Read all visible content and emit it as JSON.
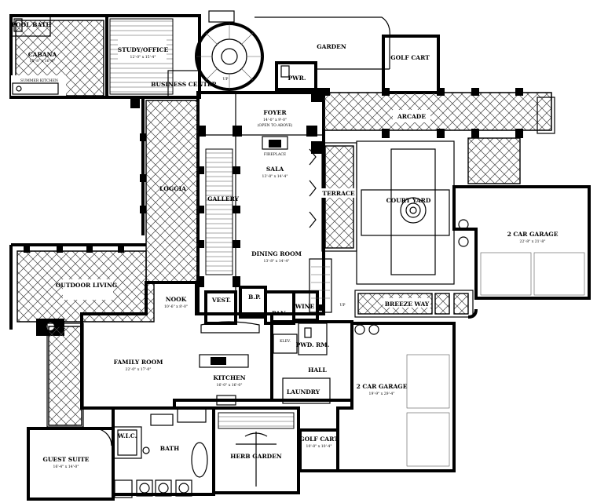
{
  "labels": {
    "pool_bath": "POOL BATH",
    "cabana": {
      "name": "CABANA",
      "dim": "15'-8\" x 16'-0\""
    },
    "summer_kitchen": "SUMMER KITCHEN",
    "study": {
      "name": "STUDY/OFFICE",
      "dim": "12'-0\" x 15'-4\""
    },
    "business_center": "BUSINESS CENTER",
    "up": "UP",
    "up2": "UP",
    "pwr": "PWR.",
    "garden": "GARDEN",
    "golf_cart_top": "GOLF CART",
    "foyer": {
      "name": "FOYER",
      "dim": "14'-0\" x 9'-0\"",
      "note": "(OPEN TO ABOVE)"
    },
    "fireplace": "FIREPLACE",
    "arcade": "ARCADE",
    "sala": {
      "name": "SALA",
      "dim": "13'-8\" x 14'-4\""
    },
    "loggia": "LOGGIA",
    "gallery": "GALLERY",
    "terrace": "TERRACE",
    "court_yard": "COURT YARD",
    "garage_2car_right": {
      "name": "2 CAR GARAGE",
      "dim": "22'-8\" x 21'-8\""
    },
    "dining_room": {
      "name": "DINING ROOM",
      "dim": "13'-8\" x 14'-4\""
    },
    "outdoor_living": "OUTDOOR LIVING",
    "nook": {
      "name": "NOOK",
      "dim": "10'-6\" x 8'-0\""
    },
    "vest": "VEST.",
    "bp": "B.P.",
    "pan": "PAN.",
    "wine": "WINE",
    "breeze_way": "BREEZE WAY",
    "klev": "KLEV.",
    "pwd_rm": "PWD. RM.",
    "family_room": {
      "name": "FAMILY ROOM",
      "dim": "22'-0\" x 17'-0\""
    },
    "hall": "HALL",
    "kitchen": {
      "name": "KITCHEN",
      "dim": "16'-0\" x 16'-0\""
    },
    "laundry": "LAUNDRY",
    "garage_2car_bottom": {
      "name": "2 CAR GARAGE",
      "dim": "19'-9\" x 29'-4\""
    },
    "wic": "W.I.C.",
    "guest_suite": {
      "name": "GUEST SUITE",
      "dim": "16'-4\" x 14'-0\""
    },
    "bath": "BATH",
    "herb_garden": "HERB GARDEN",
    "golf_cart_bottom": {
      "name": "GOLF CART",
      "dim": "10'-8\" x 10'-4\""
    }
  }
}
